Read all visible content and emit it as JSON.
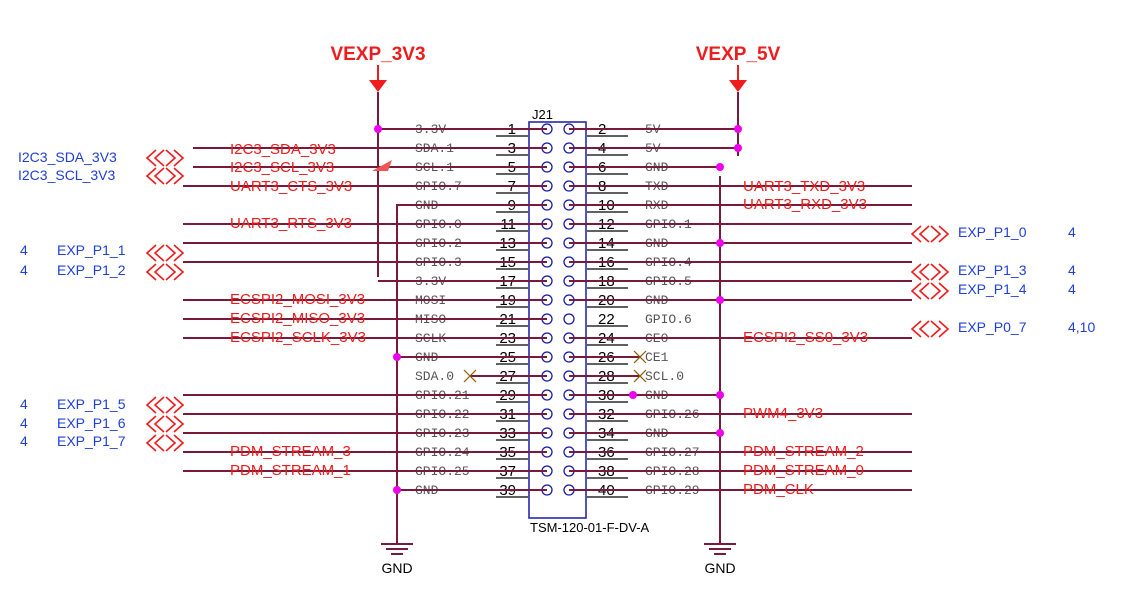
{
  "power": {
    "left_rail": "VEXP_3V3",
    "right_rail": "VEXP_5V",
    "ground": "GND"
  },
  "connector": {
    "ref": "J21",
    "part": "TSM-120-01-F-DV-A"
  },
  "pins": [
    {
      "n": "1",
      "f": "3.3V"
    },
    {
      "n": "2",
      "f": "5V"
    },
    {
      "n": "3",
      "f": "SDA.1"
    },
    {
      "n": "4",
      "f": "5V"
    },
    {
      "n": "5",
      "f": "SCL.1"
    },
    {
      "n": "6",
      "f": "GND"
    },
    {
      "n": "7",
      "f": "GPIO.7"
    },
    {
      "n": "8",
      "f": "TXD"
    },
    {
      "n": "9",
      "f": "GND"
    },
    {
      "n": "10",
      "f": "RXD"
    },
    {
      "n": "11",
      "f": "GPIO.0"
    },
    {
      "n": "12",
      "f": "GPIO.1"
    },
    {
      "n": "13",
      "f": "GPIO.2"
    },
    {
      "n": "14",
      "f": "GND"
    },
    {
      "n": "15",
      "f": "GPIO.3"
    },
    {
      "n": "16",
      "f": "GPIO.4"
    },
    {
      "n": "17",
      "f": "3.3V"
    },
    {
      "n": "18",
      "f": "GPIO.5"
    },
    {
      "n": "19",
      "f": "MOSI"
    },
    {
      "n": "20",
      "f": "GND"
    },
    {
      "n": "21",
      "f": "MISO"
    },
    {
      "n": "22",
      "f": "GPIO.6"
    },
    {
      "n": "23",
      "f": "SCLK"
    },
    {
      "n": "24",
      "f": "CE0"
    },
    {
      "n": "25",
      "f": "GND"
    },
    {
      "n": "26",
      "f": "CE1"
    },
    {
      "n": "27",
      "f": "SDA.0"
    },
    {
      "n": "28",
      "f": "SCL.0"
    },
    {
      "n": "29",
      "f": "GPIO.21"
    },
    {
      "n": "30",
      "f": "GND"
    },
    {
      "n": "31",
      "f": "GPIO.22"
    },
    {
      "n": "32",
      "f": "GPIO.26"
    },
    {
      "n": "33",
      "f": "GPIO.23"
    },
    {
      "n": "34",
      "f": "GND"
    },
    {
      "n": "35",
      "f": "GPIO.24"
    },
    {
      "n": "36",
      "f": "GPIO.27"
    },
    {
      "n": "37",
      "f": "GPIO.25"
    },
    {
      "n": "38",
      "f": "GPIO.28"
    },
    {
      "n": "39",
      "f": "GND"
    },
    {
      "n": "40",
      "f": "GPIO.29"
    }
  ],
  "nets_left": {
    "r3": "I2C3_SDA_3V3",
    "r5": "I2C3_SCL_3V3",
    "r7": "UART3_CTS_3V3",
    "r11": "UART3_RTS_3V3",
    "r19": "ECSPI2_MOSI_3V3",
    "r21": "ECSPI2_MISO_3V3",
    "r23": "ECSPI2_SCLK_3V3",
    "r35": "PDM_STREAM_3",
    "r37": "PDM_STREAM_1"
  },
  "nets_right": {
    "r8": "UART3_TXD_3V3",
    "r10": "UART3_RXD_3V3",
    "r24": "ECSPI2_SS0_3V3",
    "r32": "PWM4_3V3",
    "r36": "PDM_STREAM_2",
    "r38": "PDM_STREAM_0",
    "r40": "PDM_CLK"
  },
  "ports_left": {
    "sda": "I2C3_SDA_3V3",
    "scl": "I2C3_SCL_3V3",
    "p1_1": "EXP_P1_1",
    "p1_2": "EXP_P1_2",
    "p1_5": "EXP_P1_5",
    "p1_6": "EXP_P1_6",
    "p1_7": "EXP_P1_7"
  },
  "ports_right": {
    "p1_0": "EXP_P1_0",
    "p1_3": "EXP_P1_3",
    "p1_4": "EXP_P1_4",
    "p0_7": "EXP_P0_7"
  },
  "sheet_refs": {
    "p1_1": "4",
    "p1_2": "4",
    "p1_5": "4",
    "p1_6": "4",
    "p1_7": "4",
    "p1_0": "4",
    "p1_3": "4",
    "p1_4": "4",
    "p0_7": "4,10"
  },
  "colors": {
    "net_label": "#ee1c1c",
    "port_label": "#1f3fd6",
    "wire": "#7a1a3a",
    "junction": "#ee00ee",
    "connector": "#1a1aa8"
  }
}
